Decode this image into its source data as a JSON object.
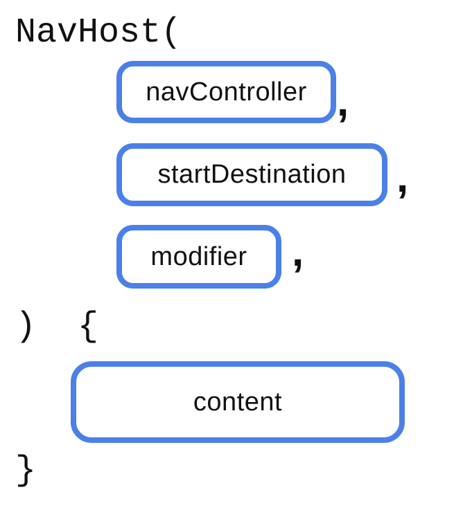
{
  "diagram": {
    "code": {
      "open": "NavHost(",
      "body_open": ")  {",
      "close": "}"
    },
    "params": [
      {
        "label": "navController",
        "separator": ","
      },
      {
        "label": "startDestination",
        "separator": ","
      },
      {
        "label": "modifier",
        "separator": ","
      }
    ],
    "slot": {
      "label": "content"
    },
    "colors": {
      "box_border": "#4B80E8",
      "text_color": "#111111",
      "background": "#FFFFFF"
    }
  }
}
